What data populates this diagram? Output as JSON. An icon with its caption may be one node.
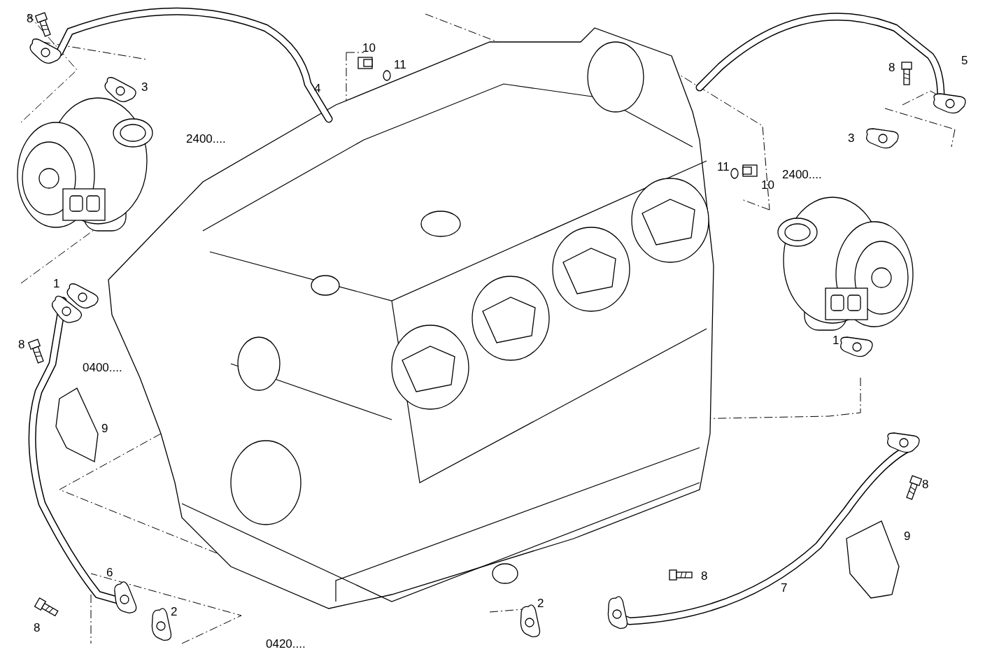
{
  "diagram": {
    "labels": [
      "8",
      "10",
      "11",
      "5",
      "8",
      "3",
      "4",
      "2400....",
      "3",
      "11",
      "10",
      "2400....",
      "1",
      "1",
      "8",
      "0400....",
      "9",
      "8",
      "9",
      "8",
      "6",
      "7",
      "2",
      "2",
      "8",
      "0420...."
    ]
  }
}
